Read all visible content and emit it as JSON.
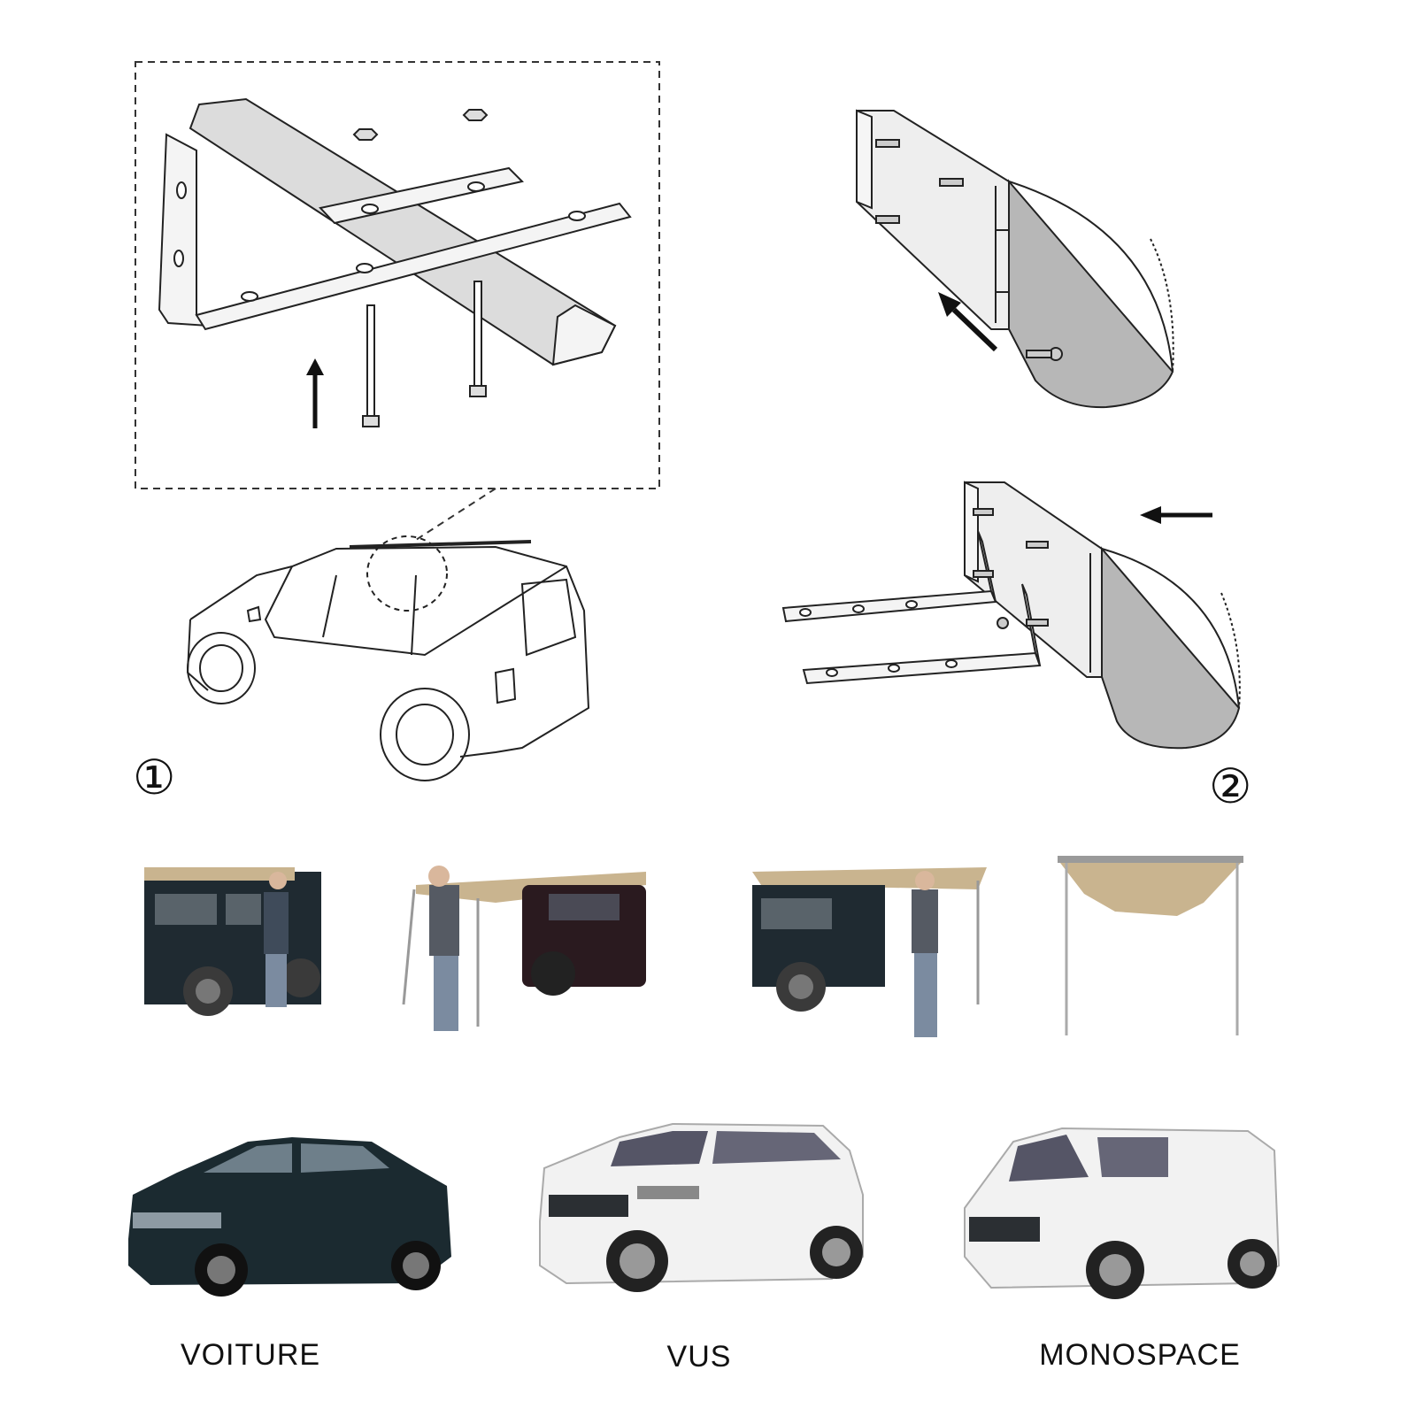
{
  "steps": [
    {
      "number": "①"
    },
    {
      "number": "②"
    }
  ],
  "vehicles": [
    {
      "label": "VOITURE"
    },
    {
      "label": "VUS"
    },
    {
      "label": "MONOSPACE"
    }
  ],
  "colors": {
    "line": "#222222",
    "bag_fill": "#b9b9b9",
    "bracket_fill": "#e6e6e6",
    "canvas": "#c9b48f",
    "car_dark": "#1b2a30",
    "car_white": "#f2f2f2"
  }
}
